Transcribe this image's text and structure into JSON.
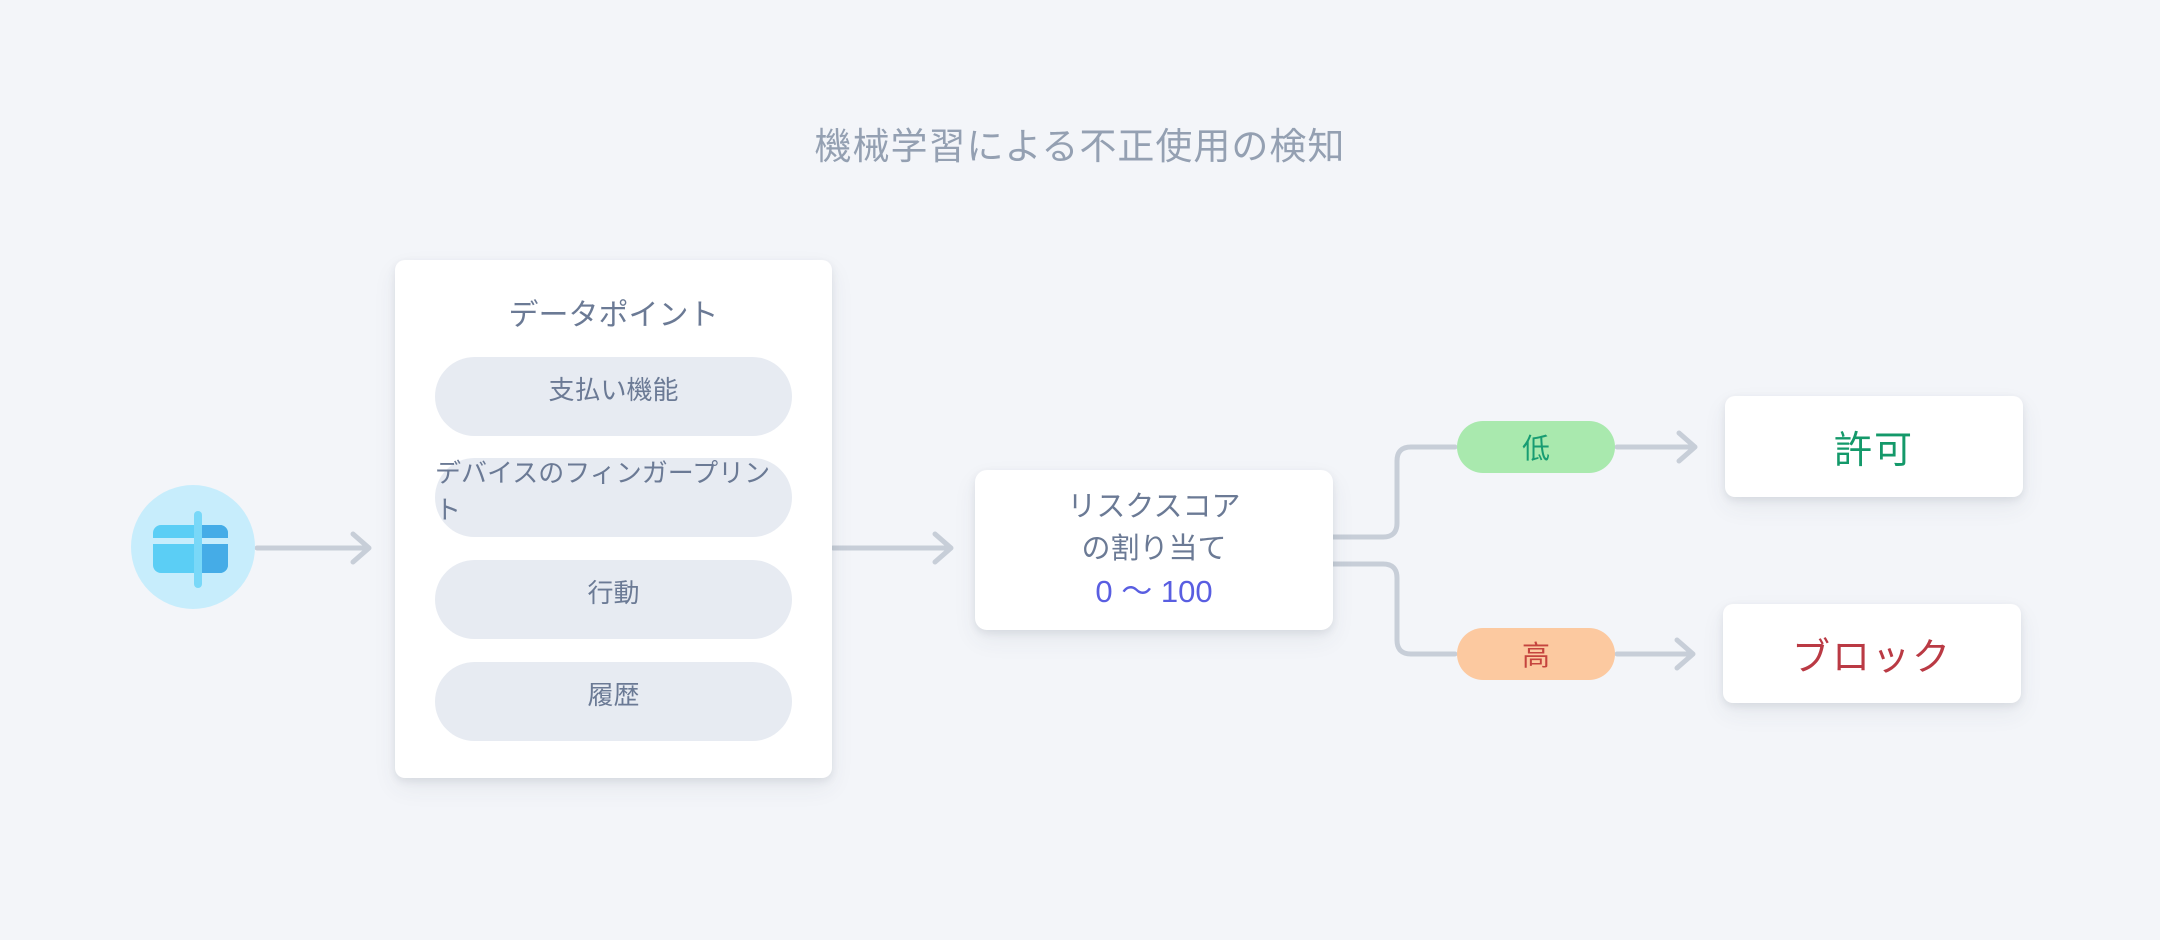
{
  "title": "機械学習による不正使用の検知",
  "datapoints": {
    "title": "データポイント",
    "items": [
      "支払い機能",
      "デバイスのフィンガープリント",
      "行動",
      "履歴"
    ]
  },
  "risk_score": {
    "line1": "リスクスコア",
    "line2": "の割り当て",
    "range": "0 〜 100"
  },
  "branches": {
    "low": {
      "badge": "低",
      "outcome": "許可"
    },
    "high": {
      "badge": "高",
      "outcome": "ブロック"
    }
  },
  "icons": {
    "payment": "credit-card-icon"
  },
  "colors": {
    "background": "#f3f5f9",
    "title_text": "#94a0b2",
    "card_text": "#6b7a95",
    "pill_bg": "#e7ebf2",
    "range_text": "#595ee1",
    "low_badge_bg": "#a9e9ae",
    "low_badge_text": "#189c72",
    "high_badge_bg": "#fcc9a0",
    "high_badge_text": "#c5443e",
    "allow_text": "#14996a",
    "block_text": "#ba3a44",
    "connector": "#c7ced8",
    "icon_circle_bg": "#c7edfc",
    "icon_card_light": "#5bcef5",
    "icon_card_dark": "#45ace7"
  }
}
